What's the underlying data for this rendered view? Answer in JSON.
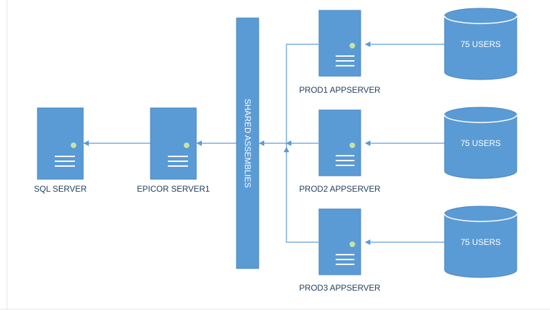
{
  "colors": {
    "server_fill": "#5b9bd5",
    "server_stroke": "#4a87c0",
    "led": "#c6e5a0",
    "line": "#5b9bd5",
    "label": "#1f3b5a",
    "white": "#ffffff",
    "frame": "#e3e3e3"
  },
  "servers": {
    "sql": {
      "label": "SQL SERVER"
    },
    "epicor": {
      "label": "EPICOR SERVER1"
    },
    "prod1": {
      "label": "PROD1 APPSERVER"
    },
    "prod2": {
      "label": "PROD2 APPSERVER"
    },
    "prod3": {
      "label": "PROD3 APPSERVER"
    }
  },
  "shared_bar": {
    "label": "SHARED ASSEMBLIES"
  },
  "user_groups": [
    {
      "label": "75 USERS"
    },
    {
      "label": "75 USERS"
    },
    {
      "label": "75 USERS"
    }
  ],
  "icons": {
    "server": "server-icon",
    "database": "database-icon",
    "arrow": "arrow-icon"
  }
}
